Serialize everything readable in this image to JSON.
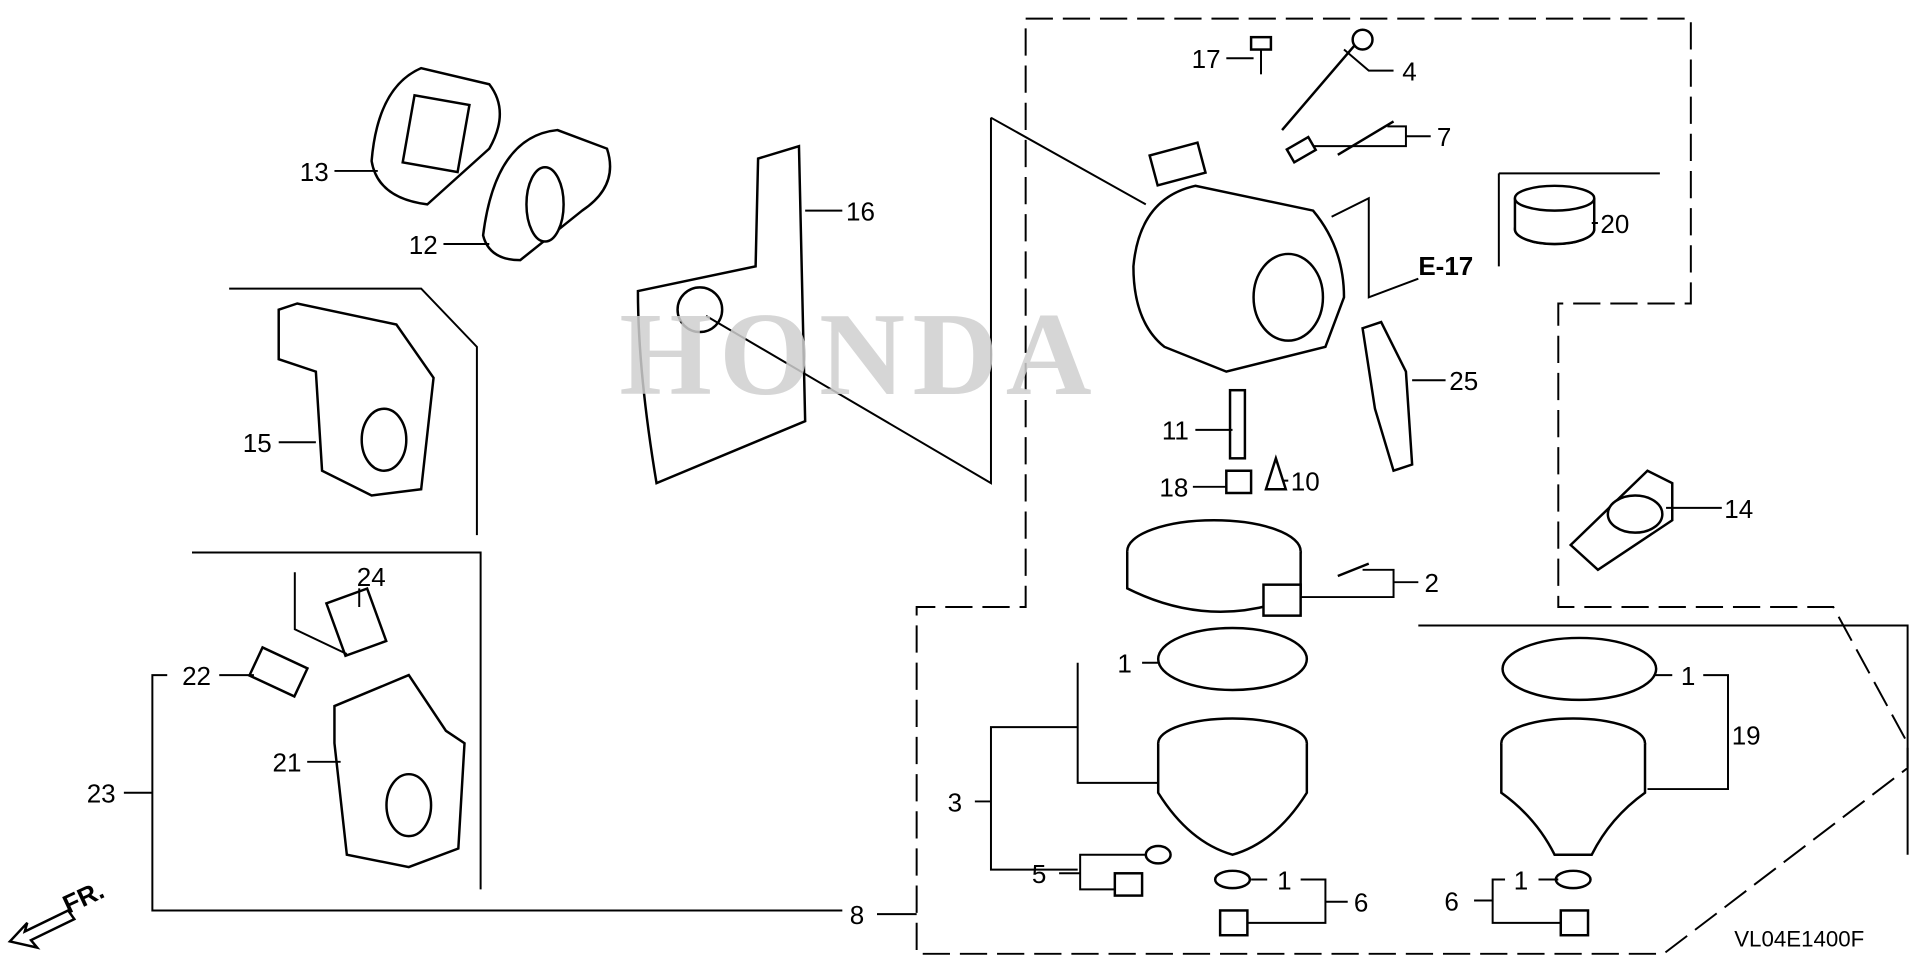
{
  "diagram": {
    "code": "VL04E1400F",
    "reference": "E-17",
    "front_marker": "FR.",
    "watermark": "HONDA",
    "callouts": [
      {
        "id": "c17",
        "text": "17"
      },
      {
        "id": "c4",
        "text": "4"
      },
      {
        "id": "c7",
        "text": "7"
      },
      {
        "id": "c13",
        "text": "13"
      },
      {
        "id": "c12",
        "text": "12"
      },
      {
        "id": "c16",
        "text": "16"
      },
      {
        "id": "c20",
        "text": "20"
      },
      {
        "id": "c25",
        "text": "25"
      },
      {
        "id": "c15",
        "text": "15"
      },
      {
        "id": "c11",
        "text": "11"
      },
      {
        "id": "c18",
        "text": "18"
      },
      {
        "id": "c10",
        "text": "10"
      },
      {
        "id": "c14",
        "text": "14"
      },
      {
        "id": "c2",
        "text": "2"
      },
      {
        "id": "c24",
        "text": "24"
      },
      {
        "id": "c22",
        "text": "22"
      },
      {
        "id": "c1a",
        "text": "1"
      },
      {
        "id": "c1b",
        "text": "1"
      },
      {
        "id": "c19",
        "text": "19"
      },
      {
        "id": "c21",
        "text": "21"
      },
      {
        "id": "c23",
        "text": "23"
      },
      {
        "id": "c3",
        "text": "3"
      },
      {
        "id": "c5",
        "text": "5"
      },
      {
        "id": "c1c",
        "text": "1"
      },
      {
        "id": "c6a",
        "text": "6"
      },
      {
        "id": "c6b",
        "text": "6"
      },
      {
        "id": "c1d",
        "text": "1"
      },
      {
        "id": "c8",
        "text": "8"
      }
    ]
  }
}
